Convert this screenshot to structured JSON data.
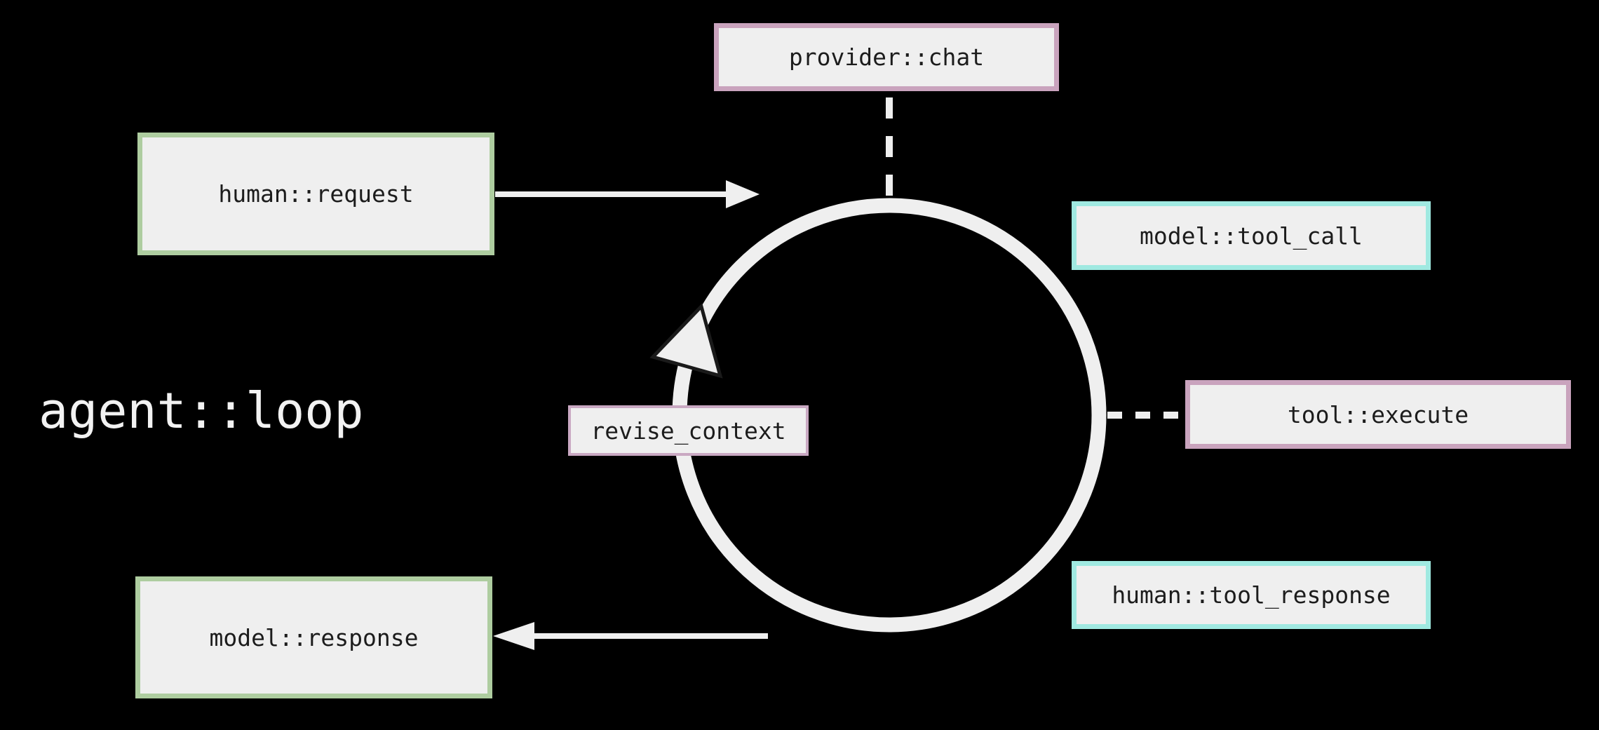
{
  "diagram": {
    "loop_title": "agent::loop",
    "nodes": {
      "provider_chat": {
        "label": "provider::chat",
        "accent": "#c9a3bd"
      },
      "human_request": {
        "label": "human::request",
        "accent": "#aecda0"
      },
      "model_tool_call": {
        "label": "model::tool_call",
        "accent": "#a0e9e1"
      },
      "tool_execute": {
        "label": "tool::execute",
        "accent": "#c9a3bd"
      },
      "human_tool_response": {
        "label": "human::tool_response",
        "accent": "#a0e9e1"
      },
      "model_response": {
        "label": "model::response",
        "accent": "#aecda0"
      },
      "revise_context": {
        "label": "revise_context",
        "accent": "#c9a8c2"
      }
    },
    "colors": {
      "background": "#000000",
      "node_fill": "#efefef",
      "node_text": "#1c1c1c",
      "line": "#efefef",
      "loop_title_text": "#f2f2f2",
      "arrowhead_outline": "#1a1a1a"
    }
  }
}
